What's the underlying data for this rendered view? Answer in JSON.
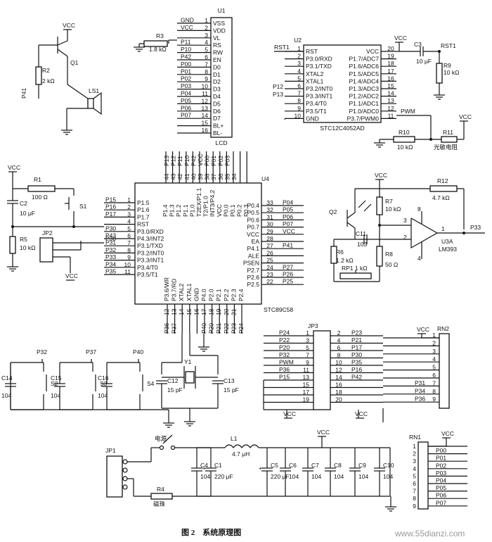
{
  "caption": "图 2　系统原理图",
  "watermark": "www.55dianzi.com",
  "u1": {
    "ref": "U1",
    "part": "LCD",
    "pins": [
      "VSS",
      "VDD",
      "VL",
      "RS",
      "RW",
      "EN",
      "D0",
      "D1",
      "D2",
      "D3",
      "D4",
      "D5",
      "D6",
      "D7",
      "BL+",
      "BL-"
    ],
    "nums": [
      "1",
      "2",
      "3",
      "4",
      "5",
      "6",
      "7",
      "8",
      "9",
      "10",
      "11",
      "12",
      "13",
      "14",
      "15",
      "16"
    ],
    "nets": [
      "GND",
      "VCC",
      "",
      "P11",
      "P10",
      "P42",
      "P00",
      "P01",
      "P02",
      "P03",
      "P04",
      "P05",
      "P06",
      "P07",
      "",
      ""
    ]
  },
  "u2": {
    "ref": "U2",
    "part": "STC12C4052AD",
    "left_pins": [
      "RST",
      "P3.0/RXD",
      "P3.1/TXD",
      "XTAL2",
      "XTAL1",
      "P3.2/INT0",
      "P3.3/INT1",
      "P3.4/T0",
      "P3.5/T1",
      "GND"
    ],
    "left_nums": [
      "1",
      "2",
      "3",
      "4",
      "5",
      "6",
      "7",
      "8",
      "9",
      "10"
    ],
    "right_pins": [
      "VCC",
      "P1.7/ADC7",
      "P1.6/ADC6",
      "P1.5/ADC5",
      "P1.4/ADC4",
      "P1.3/ADC3",
      "P1.2/ADC2",
      "P1.1/ADC1",
      "P1.0/ADC0",
      "P3.7/PWM0"
    ],
    "right_nums": [
      "20",
      "19",
      "18",
      "17",
      "16",
      "15",
      "14",
      "13",
      "12",
      "11"
    ],
    "nets": {
      "rst": "RST1",
      "p12": "P12",
      "p13": "P13",
      "pwm": "PWM"
    }
  },
  "u4": {
    "ref": "U4",
    "part": "STC89C58",
    "left_pins": [
      "P1.5",
      "P1.6",
      "P1.7",
      "RST",
      "P3.0/RXD",
      "P4.3/INT2",
      "P3.1/TXD",
      "P3.2/INT0",
      "P3.3/INT1",
      "P3.4/T0",
      "P3.5/T1"
    ],
    "left_nums": [
      "1",
      "2",
      "3",
      "4",
      "5",
      "6",
      "7",
      "8",
      "9",
      "10",
      "11"
    ],
    "left_nets": [
      "P15",
      "P16",
      "P17",
      "",
      "P30",
      "P43",
      "P31",
      "P32",
      "P33",
      "P34",
      "P35"
    ],
    "right_pins": [
      "P0.4",
      "P0.5",
      "P0.6",
      "P0.7",
      "VCC",
      "EA",
      "P4.1",
      "ALE",
      "PSEN",
      "P2.7",
      "P2.6",
      "P2.5"
    ],
    "right_nums": [
      "33",
      "32",
      "31",
      "30",
      "29",
      "28",
      "27",
      "26",
      "25",
      "24",
      "23",
      "22"
    ],
    "right_nets": [
      "P04",
      "P05",
      "P06",
      "P07",
      "VCC",
      "",
      "P41",
      "",
      "",
      "P27",
      "P26",
      "P25"
    ],
    "top_pins": [
      "P1.4",
      "P1.3",
      "P1.2",
      "P1.1",
      "P1.0",
      "T2EX/P1.1",
      "T2/P1.0",
      "INT3/P4.2",
      "VCC",
      "P0.0",
      "P0.1",
      "P0.2",
      "P0.3"
    ],
    "top_nums": [
      "44",
      "43",
      "42",
      "41",
      "40",
      "39",
      "38",
      "37",
      "36",
      "35",
      "34"
    ],
    "top_nets": [
      "P13",
      "P12",
      "P11",
      "P10",
      "P42",
      "VCC",
      "P00",
      "P01",
      "P02",
      "P03"
    ],
    "bottom_pins": [
      "P3.6/WR",
      "P3.7/RD",
      "XTAL2",
      "XTAL1",
      "GND",
      "P4.0",
      "P2.0",
      "P2.1",
      "P2.2",
      "P2.3",
      "P2.4"
    ],
    "bottom_nums": [
      "12",
      "13",
      "14",
      "15",
      "16",
      "17",
      "18",
      "19",
      "20",
      "21"
    ],
    "bottom_nets": [
      "P36",
      "P37",
      "",
      "",
      "",
      "P40",
      "P20",
      "P21",
      "P22",
      "P23",
      "P24"
    ]
  },
  "jp3": {
    "ref": "JP3",
    "left_nets": [
      "P24",
      "P22",
      "P20",
      "P32",
      "PWM",
      "P36",
      "P15",
      "",
      "",
      ""
    ],
    "left_nums": [
      "1",
      "3",
      "5",
      "7",
      "9",
      "11",
      "13",
      "15",
      "17",
      "19"
    ],
    "right_nums": [
      "2",
      "4",
      "6",
      "8",
      "10",
      "12",
      "14",
      "16",
      "18",
      "20"
    ],
    "right_nets": [
      "P23",
      "P21",
      "P17",
      "P30",
      "P35",
      "P16",
      "P42",
      "",
      "",
      ""
    ]
  },
  "rn2": {
    "ref": "RN2",
    "nums": [
      "1",
      "2",
      "3",
      "4",
      "5",
      "6",
      "7",
      "8",
      "9"
    ],
    "nets": [
      "",
      "",
      "",
      "",
      "",
      "",
      "P31",
      "P34",
      "P36"
    ]
  },
  "rn1": {
    "ref": "RN1",
    "nums": [
      "1",
      "2",
      "3",
      "4",
      "5",
      "6",
      "7",
      "8",
      "9"
    ],
    "nets": [
      "",
      "P00",
      "P01",
      "P02",
      "P03",
      "P04",
      "P05",
      "P06",
      "P07"
    ]
  },
  "comparator": {
    "ref": "U3A",
    "part": "LM393",
    "out": "P33",
    "pins": [
      "3",
      "2",
      "1",
      "8",
      "4"
    ]
  },
  "labels": {
    "vcc": "VCC",
    "r1": "R1",
    "r1v": "100 Ω",
    "r2": "R2",
    "r2v": "2 kΩ",
    "r3": "R3",
    "r3v": "1.8 kΩ",
    "r4": "R4",
    "r4v": "磁珠",
    "r5": "R5",
    "r5v": "10 kΩ",
    "r6": "R6",
    "r6v": "1.2 kΩ",
    "r7": "R7",
    "r7v": "10 kΩ",
    "r8": "R8",
    "r8v": "50 Ω",
    "r9": "R9",
    "r9v": "10 kΩ",
    "r10": "R10",
    "r10v": "10 kΩ",
    "r11": "R11",
    "r11v": "光敏电阻",
    "r12": "R12",
    "r12v": "4.7 kΩ",
    "rp1": "RP1 1 kΩ",
    "c1": "C1",
    "c1v": "220 μF",
    "c2": "C2",
    "c2v": "10 μF",
    "c3": "C3",
    "c3v": "10 μF",
    "c4": "C4",
    "c5": "C5",
    "c5v": "220 μF",
    "c6": "C6",
    "c7": "C7",
    "c8": "C8",
    "c9": "C9",
    "c10": "C10",
    "c11": "C11",
    "c11v": "103",
    "c12": "C12",
    "c12v": "15 pF",
    "c13": "C13",
    "c13v": "15 pF",
    "c14": "C14",
    "c15": "C15",
    "c16": "C16",
    "v104": "104",
    "q1": "Q1",
    "q2": "Q2",
    "ls1": "LS1",
    "p41": "P41",
    "s1": "S1",
    "s2": "S2",
    "s3": "S3",
    "s4": "S4",
    "p32": "P32",
    "p37": "P37",
    "p40": "P40",
    "y1": "Y1",
    "jp1": "JP1",
    "jp2": "JP2",
    "l1": "L1",
    "l1v": "4.7 μH",
    "power": "电源",
    "p43": "P43",
    "p31": "P31",
    "p30": "P30"
  }
}
